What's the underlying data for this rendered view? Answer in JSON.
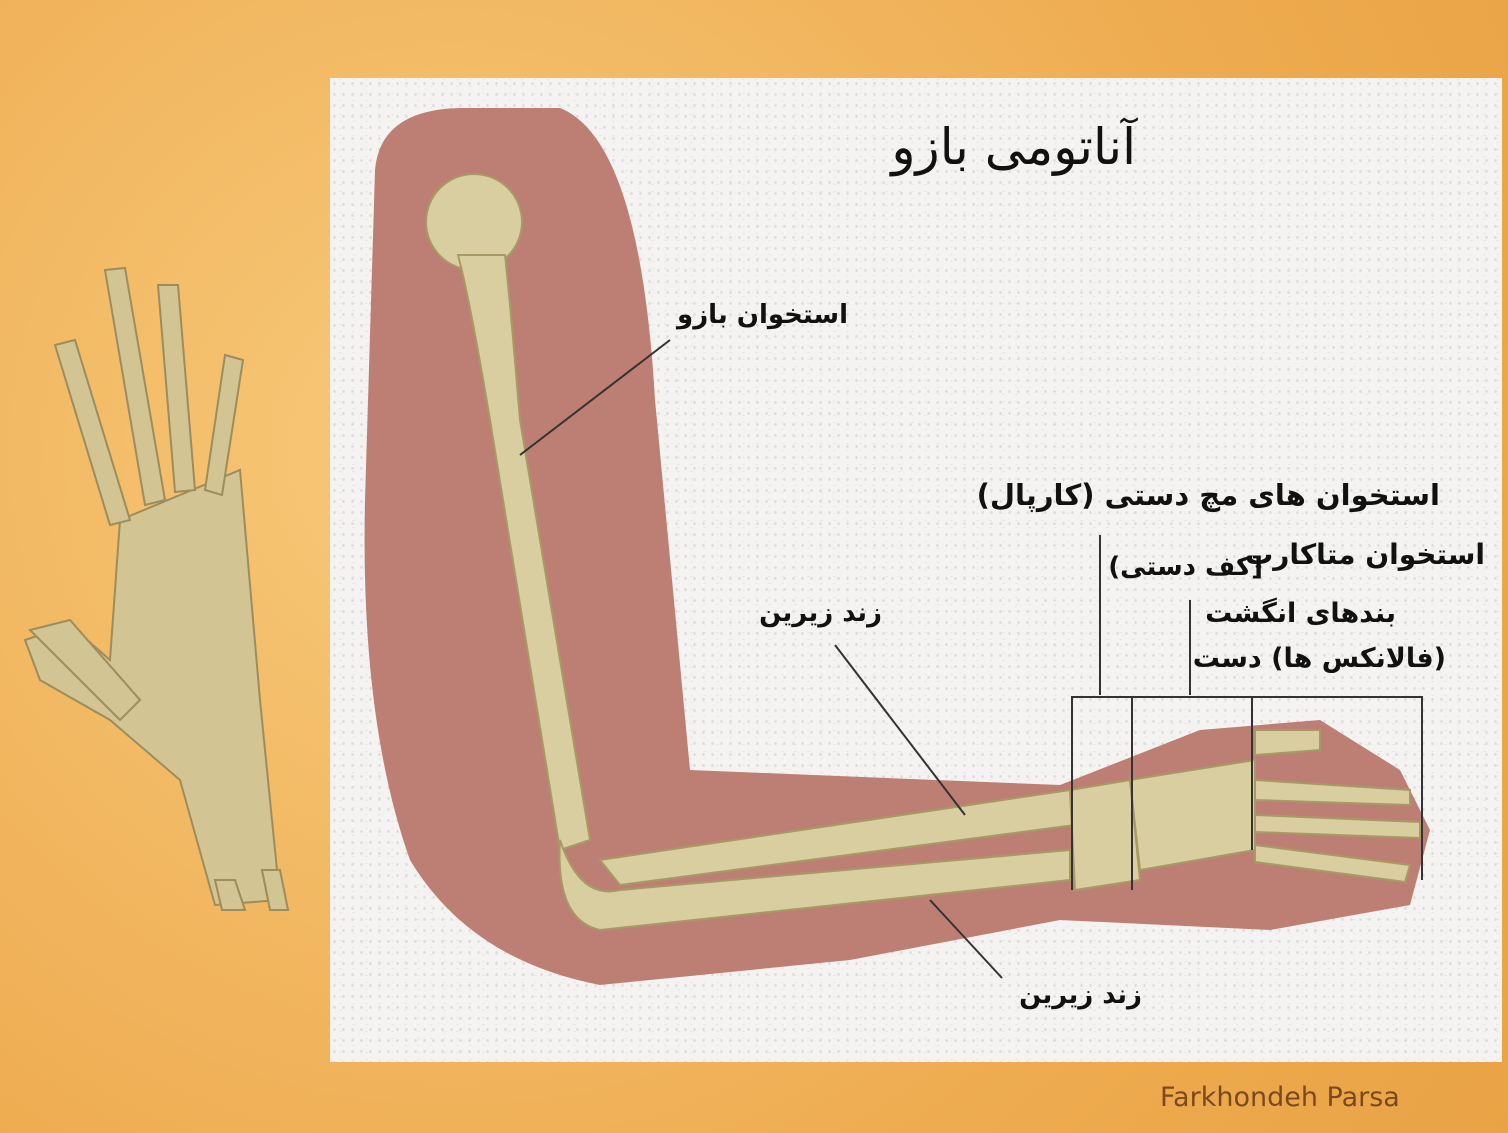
{
  "slide": {
    "title": "آناتومی بازو",
    "labels": {
      "humerus": "استخوان بازو",
      "forearm_upper": "زند زیرین",
      "forearm_lower": "زند زیرین",
      "carpals": "استخوان های مچ دستی (کارپال)",
      "metacarpals_line1": "استخوان متاکارپ",
      "metacarpals_line2": "[کف دستی)",
      "phalanges_line1": "بندهای انگشت",
      "phalanges_line2": "(فالانکس ها) دست"
    },
    "footer": "Farkhondeh Parsa"
  },
  "colors": {
    "background": "#eeaa4e",
    "skin": "#bd7f73",
    "bone": "#d8cea0",
    "panel": "#f4f3f1"
  }
}
